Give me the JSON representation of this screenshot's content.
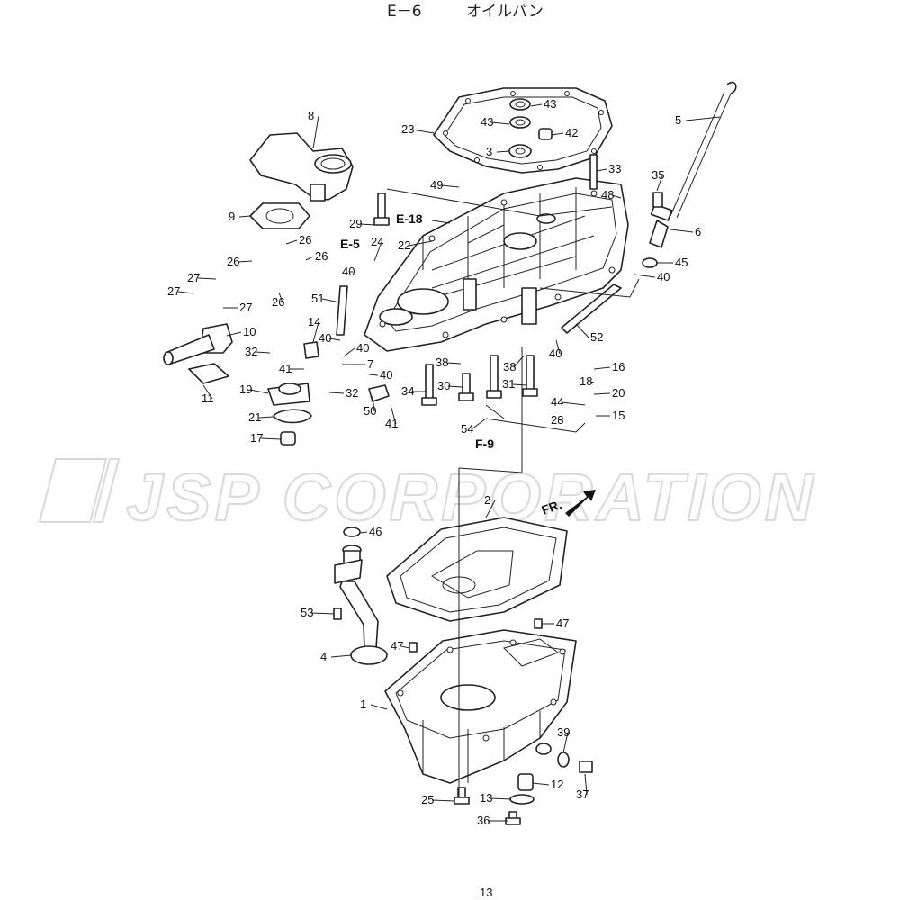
{
  "header": {
    "section": "E－6",
    "title": "オイルパン"
  },
  "page_number": "13",
  "watermark": "JSP CORPORATION",
  "direction_label": "FR.",
  "reference_labels": [
    "E-18",
    "E-5",
    "F-9"
  ],
  "callouts": [
    {
      "id": "c1",
      "label": "1"
    },
    {
      "id": "c2",
      "label": "2"
    },
    {
      "id": "c3",
      "label": "3"
    },
    {
      "id": "c4",
      "label": "4"
    },
    {
      "id": "c5",
      "label": "5"
    },
    {
      "id": "c6",
      "label": "6"
    },
    {
      "id": "c7",
      "label": "7"
    },
    {
      "id": "c8",
      "label": "8"
    },
    {
      "id": "c9",
      "label": "9"
    },
    {
      "id": "c10",
      "label": "10"
    },
    {
      "id": "c11",
      "label": "11"
    },
    {
      "id": "c12",
      "label": "12"
    },
    {
      "id": "c13",
      "label": "13"
    },
    {
      "id": "c14",
      "label": "14"
    },
    {
      "id": "c15",
      "label": "15"
    },
    {
      "id": "c16",
      "label": "16"
    },
    {
      "id": "c17",
      "label": "17"
    },
    {
      "id": "c18",
      "label": "18"
    },
    {
      "id": "c19",
      "label": "19"
    },
    {
      "id": "c20",
      "label": "20"
    },
    {
      "id": "c21",
      "label": "21"
    },
    {
      "id": "c22",
      "label": "22"
    },
    {
      "id": "c23",
      "label": "23"
    },
    {
      "id": "c24",
      "label": "24"
    },
    {
      "id": "c25",
      "label": "25"
    },
    {
      "id": "c26a",
      "label": "26"
    },
    {
      "id": "c26b",
      "label": "26"
    },
    {
      "id": "c26c",
      "label": "26"
    },
    {
      "id": "c26d",
      "label": "26"
    },
    {
      "id": "c27a",
      "label": "27"
    },
    {
      "id": "c27b",
      "label": "27"
    },
    {
      "id": "c27c",
      "label": "27"
    },
    {
      "id": "c28",
      "label": "28"
    },
    {
      "id": "c29",
      "label": "29"
    },
    {
      "id": "c30",
      "label": "30"
    },
    {
      "id": "c31",
      "label": "31"
    },
    {
      "id": "c32a",
      "label": "32"
    },
    {
      "id": "c32b",
      "label": "32"
    },
    {
      "id": "c33",
      "label": "33"
    },
    {
      "id": "c34",
      "label": "34"
    },
    {
      "id": "c35",
      "label": "35"
    },
    {
      "id": "c36",
      "label": "36"
    },
    {
      "id": "c37",
      "label": "37"
    },
    {
      "id": "c38a",
      "label": "38"
    },
    {
      "id": "c38b",
      "label": "38"
    },
    {
      "id": "c39",
      "label": "39"
    },
    {
      "id": "c40a",
      "label": "40"
    },
    {
      "id": "c40b",
      "label": "40"
    },
    {
      "id": "c40c",
      "label": "40"
    },
    {
      "id": "c40d",
      "label": "40"
    },
    {
      "id": "c40e",
      "label": "40"
    },
    {
      "id": "c40f",
      "label": "40"
    },
    {
      "id": "c41a",
      "label": "41"
    },
    {
      "id": "c41b",
      "label": "41"
    },
    {
      "id": "c42",
      "label": "42"
    },
    {
      "id": "c43a",
      "label": "43"
    },
    {
      "id": "c43b",
      "label": "43"
    },
    {
      "id": "c44",
      "label": "44"
    },
    {
      "id": "c45",
      "label": "45"
    },
    {
      "id": "c46",
      "label": "46"
    },
    {
      "id": "c47a",
      "label": "47"
    },
    {
      "id": "c47b",
      "label": "47"
    },
    {
      "id": "c48",
      "label": "48"
    },
    {
      "id": "c49",
      "label": "49"
    },
    {
      "id": "c50",
      "label": "50"
    },
    {
      "id": "c51",
      "label": "51"
    },
    {
      "id": "c52",
      "label": "52"
    },
    {
      "id": "c53",
      "label": "53"
    },
    {
      "id": "c54",
      "label": "54"
    }
  ]
}
